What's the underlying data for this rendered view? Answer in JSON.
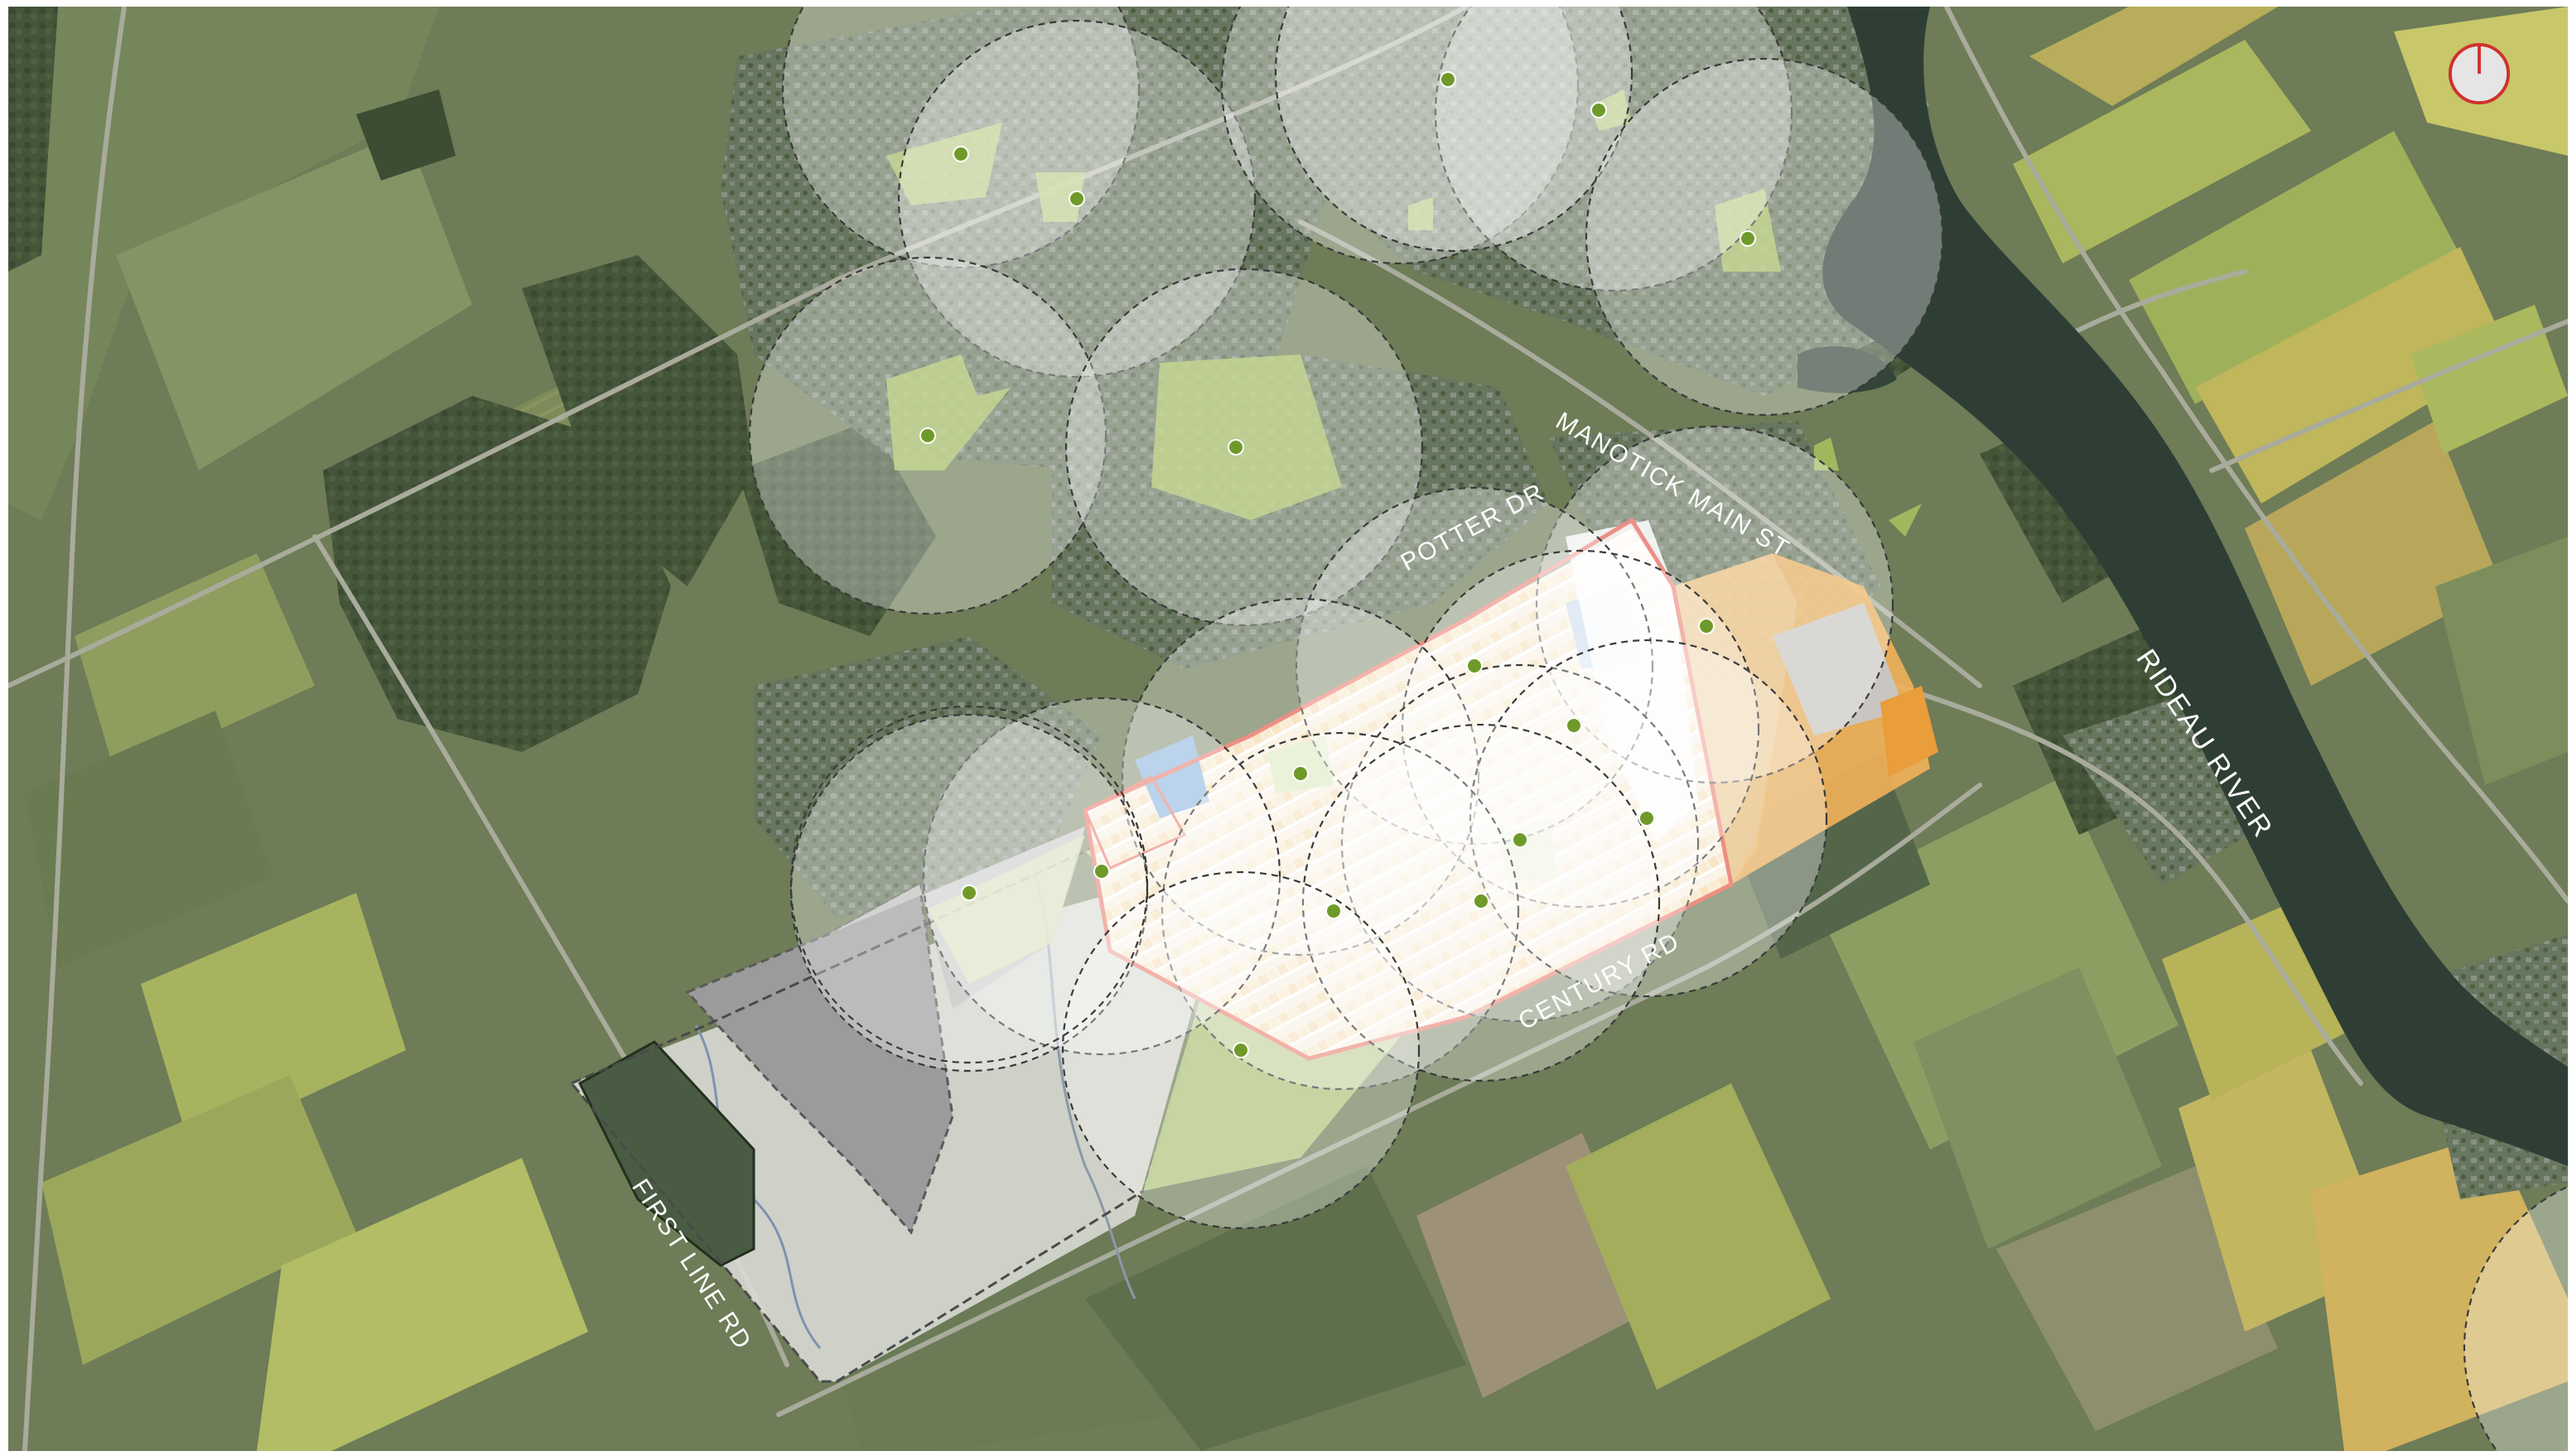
{
  "map": {
    "type": "site plan over aerial imagery",
    "labels": {
      "manotick_main_st": "MANOTICK MAIN ST",
      "potter_dr": "POTTER DR",
      "century_rd": "CENTURY RD",
      "first_line_rd": "FIRST LINE RD",
      "rideau_river": "RIDEAU RIVER"
    },
    "colors": {
      "field_base": "#6f7d58",
      "field_dark": "#4f5e3f",
      "woodland": "#44553a",
      "residential": "#6b7a66",
      "river": "#2f3e35",
      "park_green": "#a9c35f",
      "plan_boundary": "#e35a4a",
      "plan_fill": "#f6ead2",
      "plan_orange": "#f2b15a",
      "open_space_grey": "#bcbcbc",
      "walking_circle": "#ffffff",
      "north_arrow": "#d0312d"
    },
    "icons": [
      "north-arrow-icon"
    ]
  }
}
